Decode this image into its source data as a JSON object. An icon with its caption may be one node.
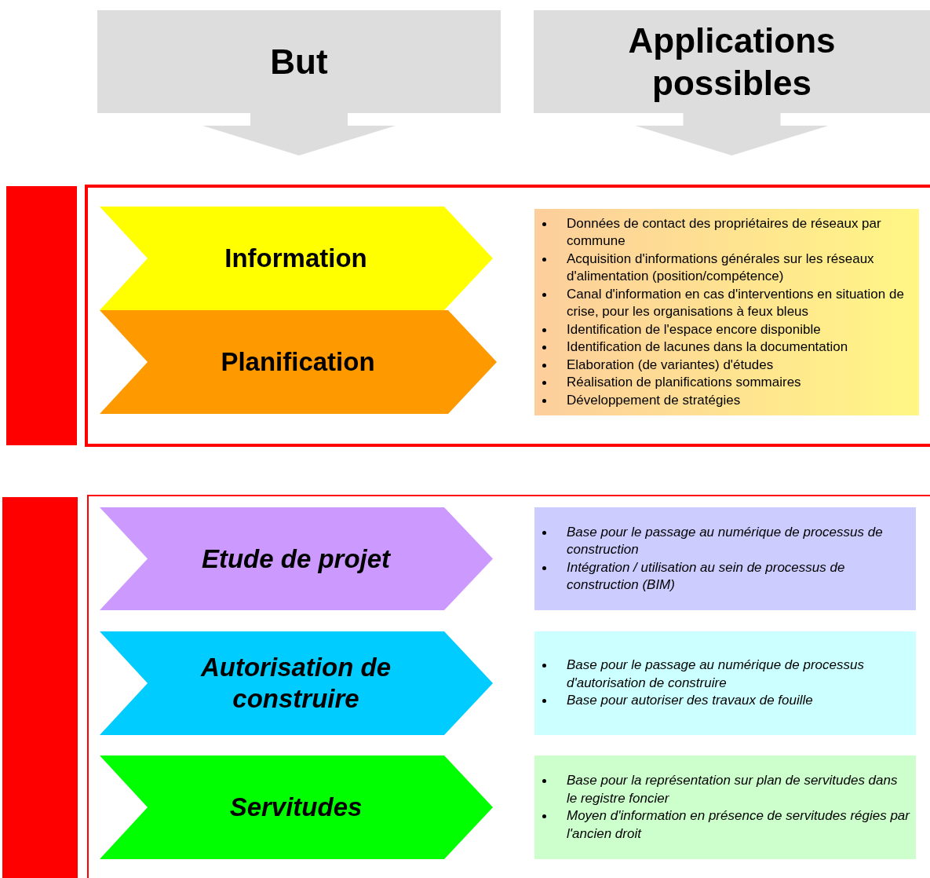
{
  "diagram": {
    "nodes": [
      {
        "text": [
          "But"
        ]
      },
      {
        "text": [
          "Applications possibles"
        ]
      },
      {
        "text": [],
        "shape": "bar"
      },
      {
        "text": [
          "Information"
        ]
      },
      {
        "text": [
          "Planification"
        ]
      },
      {
        "text": [
          "Données de contact des propriétaires de réseaux par commune",
          "Acquisition d'informations générales sur les réseaux d'alimentation (position/compétence)",
          "Canal d'information en cas d'interventions en situation de crise, pour les organisations à feux bleus",
          "Identification de l'espace encore disponible",
          "Identification de lacunes dans la documentation",
          "Elaboration (de variantes) d'études",
          "Réalisation de planifications sommaires",
          "Développement de stratégies"
        ]
      },
      {
        "text": [],
        "shape": "bar"
      },
      {
        "text": [
          "Etude de projet"
        ]
      },
      {
        "text": [
          "Base pour le passage au numérique de processus de construction",
          "Intégration / utilisation au sein de processus de construction (BIM)"
        ]
      },
      {
        "text": [
          "Autorisation de construire"
        ]
      },
      {
        "text": [
          "Base pour le passage au numérique de processus d'autorisation de construire",
          "Base pour autoriser des travaux de fouille"
        ]
      },
      {
        "text": [
          "Servitudes"
        ]
      },
      {
        "text": [
          "Base pour la représentation sur plan de servitudes dans le registre foncier",
          "Moyen d'information en présence de servitudes régies par l'ancien droit"
        ]
      }
    ],
    "edges": []
  }
}
